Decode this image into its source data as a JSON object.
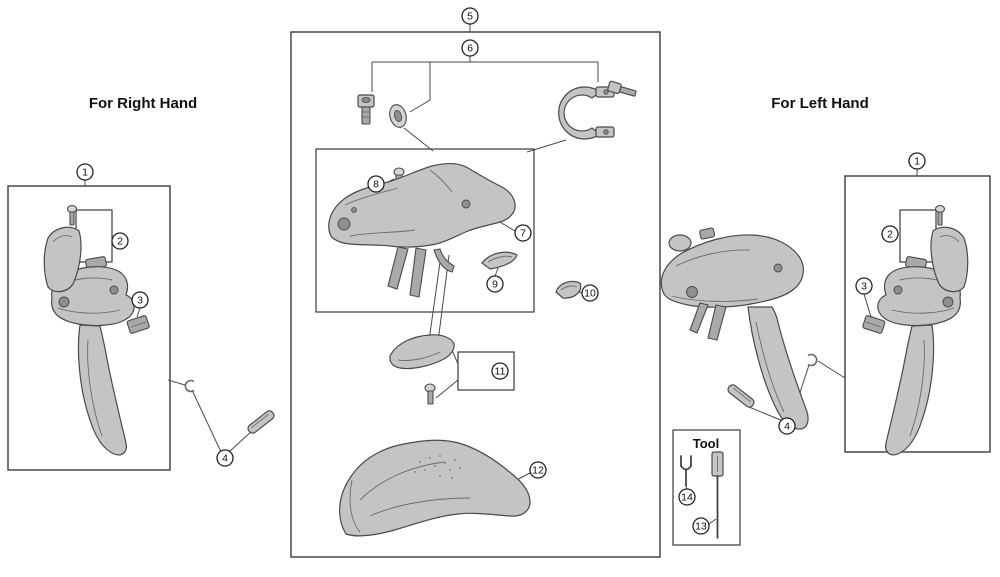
{
  "titles": {
    "right_hand": "For Right Hand",
    "left_hand": "For Left Hand",
    "tool": "Tool"
  },
  "callouts": {
    "n1": "1",
    "n2": "2",
    "n3": "3",
    "n4": "4",
    "n5": "5",
    "n6": "6",
    "n7": "7",
    "n8": "8",
    "n9": "9",
    "n10": "10",
    "n11": "11",
    "n12": "12",
    "n13": "13",
    "n14": "14"
  }
}
